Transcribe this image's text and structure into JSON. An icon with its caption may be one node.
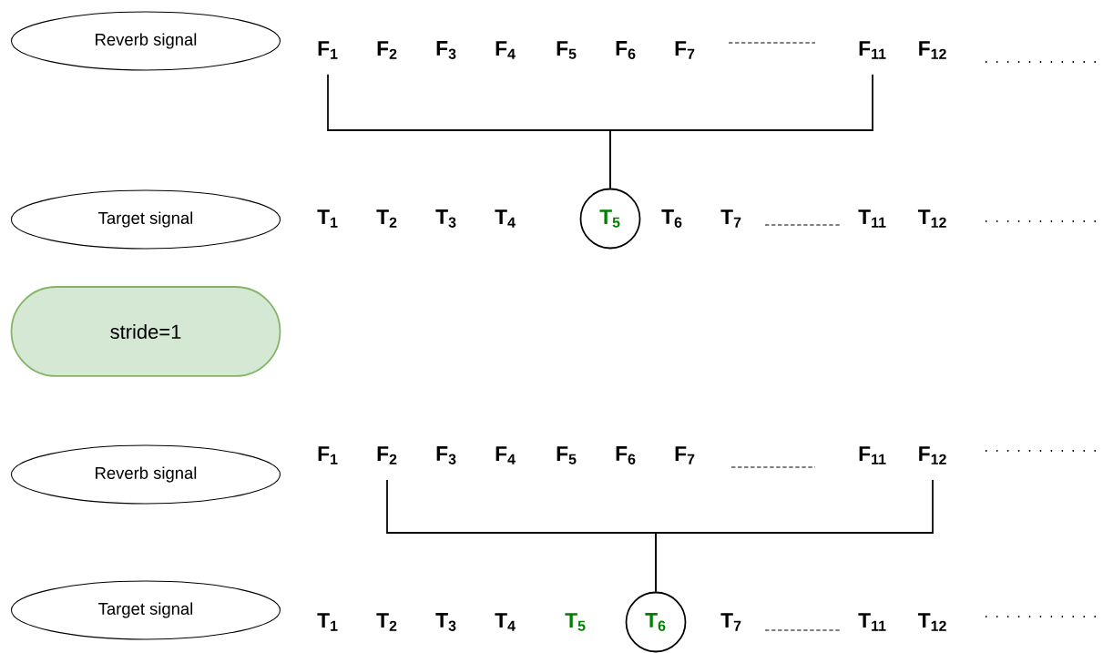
{
  "diagram": {
    "nodes": [
      {
        "text": [
          "Reverb signal"
        ]
      },
      {
        "text": [
          "F$_{1}$"
        ]
      },
      {
        "text": [
          "F$_{2}$"
        ]
      },
      {
        "text": [
          "F$_{3}$"
        ]
      },
      {
        "text": [
          "F$_{4}$"
        ]
      },
      {
        "text": [
          "F$_{5}$"
        ]
      },
      {
        "text": [
          "F$_{6}$"
        ]
      },
      {
        "text": [
          "F$_{7}$"
        ]
      },
      {
        "text": [
          "F$_{11}$"
        ]
      },
      {
        "text": [
          "F$_{12}$"
        ]
      },
      {
        "text": [
          "Target signal"
        ]
      },
      {
        "text": [
          "T$_{1}$"
        ]
      },
      {
        "text": [
          "T$_{2}$"
        ]
      },
      {
        "text": [
          "T$_{3}$"
        ]
      },
      {
        "text": [
          "T$_{4}$"
        ]
      },
      {
        "text": [
          "T$_{5}$"
        ]
      },
      {
        "text": [
          "T$_{6}$"
        ]
      },
      {
        "text": [
          "T$_{7}$"
        ]
      },
      {
        "text": [
          "T$_{11}$"
        ]
      },
      {
        "text": [
          "T$_{12}$"
        ]
      },
      {
        "text": [
          "stride=1"
        ]
      },
      {
        "text": [
          "Reverb signal"
        ]
      },
      {
        "text": [
          "F$_{1}$"
        ]
      },
      {
        "text": [
          "F$_{2}$"
        ]
      },
      {
        "text": [
          "F$_{3}$"
        ]
      },
      {
        "text": [
          "F$_{4}$"
        ]
      },
      {
        "text": [
          "F$_{5}$"
        ]
      },
      {
        "text": [
          "F$_{6}$"
        ]
      },
      {
        "text": [
          "F$_{7}$"
        ]
      },
      {
        "text": [
          "F$_{11}$"
        ]
      },
      {
        "text": [
          "F$_{12}$"
        ]
      },
      {
        "text": [
          "Target signal"
        ]
      },
      {
        "text": [
          "T$_{1}$"
        ]
      },
      {
        "text": [
          "T$_{2}$"
        ]
      },
      {
        "text": [
          "T$_{3}$"
        ]
      },
      {
        "text": [
          "T$_{4}$"
        ]
      },
      {
        "text": [
          "T$_{5}$"
        ]
      },
      {
        "text": [
          "T$_{6}$"
        ]
      },
      {
        "text": [
          "T$_{7}$"
        ]
      },
      {
        "text": [
          "T$_{11}$"
        ]
      },
      {
        "text": [
          "T$_{12}$"
        ]
      }
    ],
    "edges": [
      {
        "from": 1,
        "to": 15,
        "arrow": "none"
      },
      {
        "from": 8,
        "to": 15,
        "arrow": "none"
      },
      {
        "from": 23,
        "to": 37,
        "arrow": "none"
      },
      {
        "from": 30,
        "to": 37,
        "arrow": "none"
      }
    ]
  }
}
